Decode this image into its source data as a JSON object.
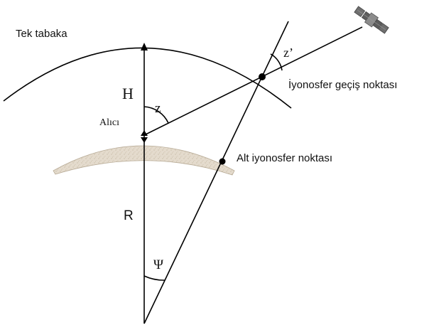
{
  "labels": {
    "layer": "Tek tabaka",
    "pierce_point": "İyonosfer geçiş noktası",
    "receiver": "Alıcı",
    "sub_point": "Alt iyonosfer noktası",
    "height": "H",
    "radius": "R",
    "zenith": "z",
    "zenith_prime": "z’",
    "psi": "Ψ"
  },
  "colors": {
    "lines": "#000000",
    "earth_fill": "#e4dbcd",
    "earth_edge": "#b7aa95",
    "satellite_body": "#8c8c8c",
    "satellite_panel": "#5d5d5d"
  },
  "icons": {
    "satellite": "satellite-icon"
  }
}
